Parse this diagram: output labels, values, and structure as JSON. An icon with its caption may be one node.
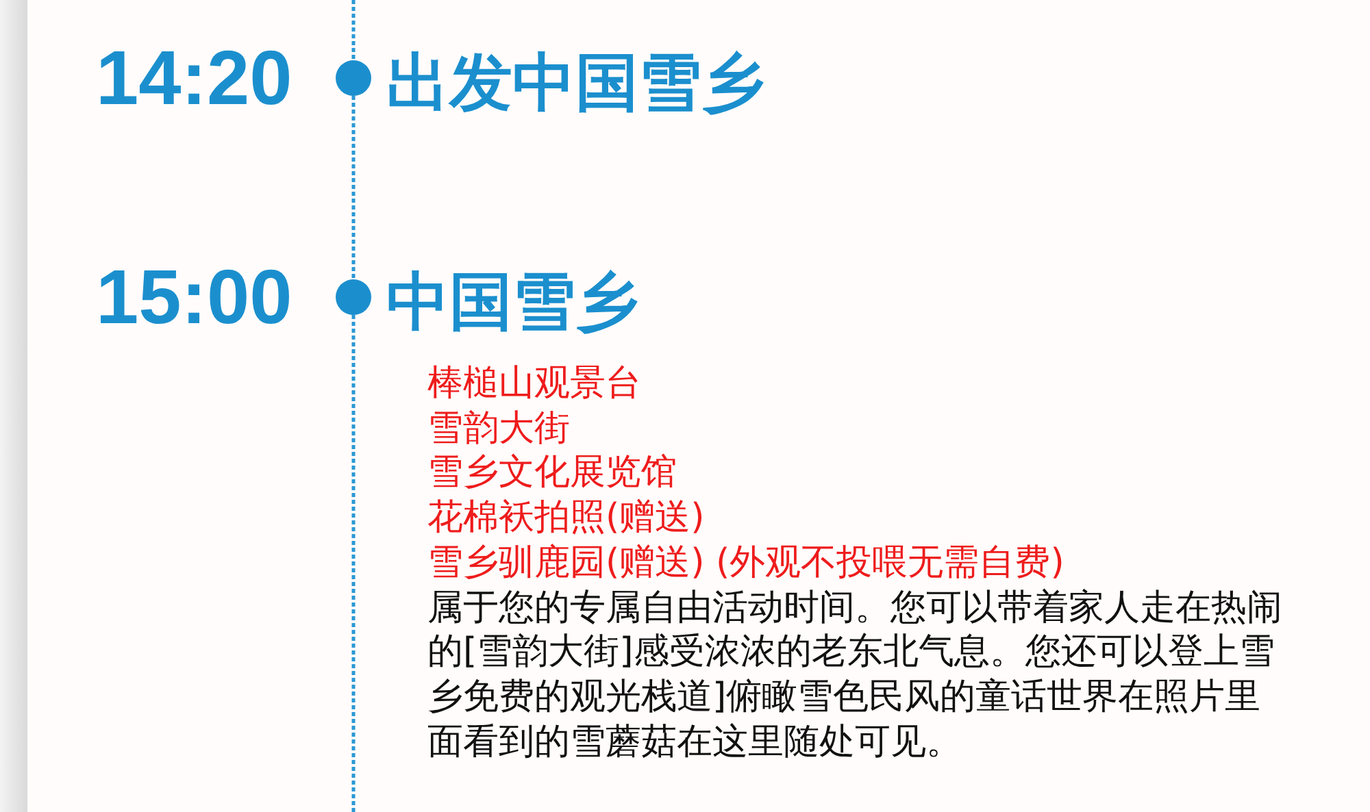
{
  "diagram": {
    "nodes": [
      {
        "text": [],
        "shape": "circle",
        "beside": [
          "14:20",
          "出发中国雪乡"
        ]
      },
      {
        "text": [],
        "shape": "circle",
        "beside": [
          "15:00",
          "中国雪乡"
        ]
      }
    ],
    "edges": [
      {
        "from": null,
        "to": 0,
        "arrow": "none",
        "style": "dashed"
      },
      {
        "from": 0,
        "to": 1,
        "arrow": "none",
        "style": "dashed"
      },
      {
        "from": 1,
        "to": null,
        "arrow": "none",
        "style": "dashed"
      }
    ],
    "labels": [
      "棒槌山观景台",
      "雪韵大街",
      "雪乡文化展览馆",
      "花棉袄拍照(赠送)",
      "雪乡驯鹿园(赠送) (外观不投喂无需自费)",
      "属于您的专属自由活动时间。您可以带着家人走在热闹的[雪韵大街]感受浓浓的老东北气息。您还可以登上雪乡免费的观光栈道]俯瞰雪色民风的童话世界在照片里面看到的雪蘑菇在这里随处可见。"
    ]
  }
}
